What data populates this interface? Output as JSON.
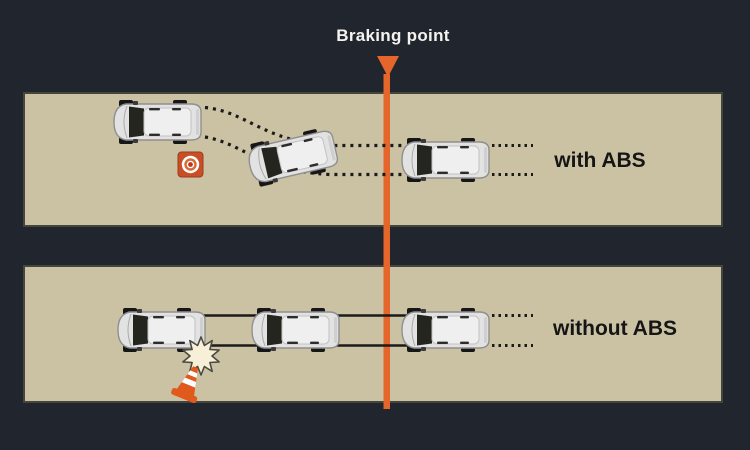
{
  "title": {
    "braking_point_label": "Braking point"
  },
  "lanes": {
    "with_abs": {
      "label": "with ABS"
    },
    "without_abs": {
      "label": "without ABS"
    }
  },
  "icons": {
    "marker": "braking-point-triangle-icon",
    "obstacle_top": "obstacle-drum-icon",
    "obstacle_bottom": "traffic-cone-icon",
    "impact": "crash-star-icon",
    "vehicle": "car-top-view-icon"
  },
  "colors": {
    "background": "#21252E",
    "road": "#CBC2A4",
    "accent_orange": "#E4662A",
    "track_black": "#1A1A1A",
    "car_body": "#E2E2E2",
    "crash_star": "#F8EFD8",
    "cone_orange": "#E05A1E",
    "drum_orange": "#C84E28",
    "label_dark": "#151515",
    "label_light": "#F4F3EE"
  }
}
